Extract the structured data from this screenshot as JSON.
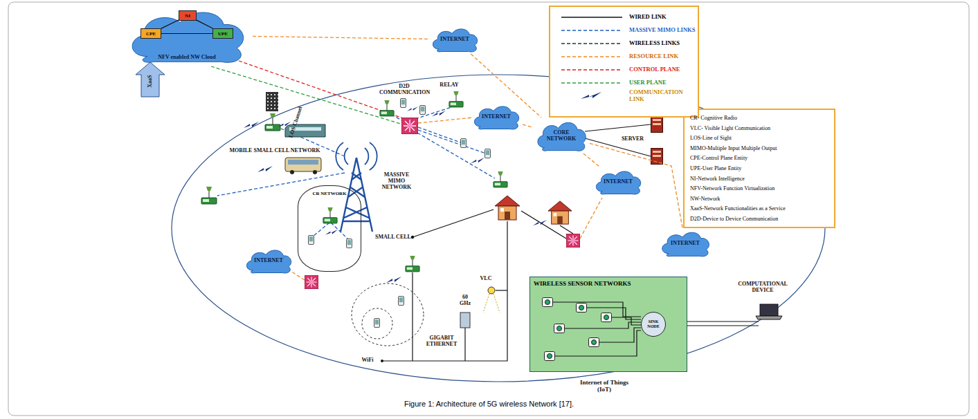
{
  "diagram": {
    "caption": "Figure 1: Architecture of 5G wireless Network [17].",
    "nodes": [
      {
        "text": [
          "NFV enabled NW Cloud"
        ]
      },
      {
        "text": [
          "NI"
        ],
        "in": 0
      },
      {
        "text": [
          "CPE"
        ],
        "in": 0
      },
      {
        "text": [
          "UPE"
        ],
        "in": 0
      },
      {
        "text": [
          "INTERNET"
        ]
      },
      {
        "text": [
          "INTERNET"
        ]
      },
      {
        "text": [
          "CORE NETWORK"
        ]
      },
      {
        "text": [
          "CR- Cognitive Radio",
          "VLC- Visible Light Communication",
          "LOS-Line of Sight",
          "MIMO-Multiple Input Multiple Output",
          "CPE-Control Plane Entity",
          "UPE-User Plane Entity",
          "NI-Network Intelligence",
          "NFV-Network Function Virtualization",
          "NW-Network",
          "XaaS-Network Functionalities as a Service",
          "D2D-Device to Device Communication"
        ]
      },
      {
        "text": [
          "INTERNET"
        ]
      },
      {
        "text": [
          "INTERNET"
        ]
      },
      {
        "text": [
          "CR NETWORK"
        ]
      },
      {
        "text": [
          "INTERNET"
        ]
      },
      {
        "text": [
          "WIRELESS SENSOR NETWORKS"
        ]
      },
      {
        "text": [
          "SINK NODE"
        ],
        "in": 12
      }
    ],
    "edges": [
      {
        "from": 1,
        "to": 2,
        "arrow": "none"
      },
      {
        "from": 1,
        "to": 3,
        "arrow": "none"
      },
      {
        "from": 2,
        "to": 3,
        "arrow": "none"
      },
      {
        "from": 0,
        "to": 4,
        "arrow": "none"
      },
      {
        "from": 4,
        "to": 6,
        "arrow": "none"
      },
      {
        "from": 5,
        "to": 6,
        "arrow": "none"
      },
      {
        "from": 6,
        "to": 8,
        "arrow": "none"
      },
      {
        "from": 6,
        "to": 9,
        "arrow": "none"
      }
    ],
    "labels": [
      "XaaS",
      "D2D COMMUNICATION",
      "RELAY",
      "LOS Channel",
      "MOBILE SMALL CELL NETWORK",
      "MASSIVE MIMO NETWORK",
      "SERVER",
      "SMALL CELL",
      "WiFi",
      "GIGABIT ETHERNET",
      "60 GHz",
      "VLC",
      "COMPUTATIONAL DEVICE",
      "Internet of Things (IoT)"
    ],
    "legend": [
      {
        "text": "WIRED LINK"
      },
      {
        "text": "MASSIVE MIMO LINKS"
      },
      {
        "text": "WIRELESS LINKS"
      },
      {
        "text": "RESOURCE LINK"
      },
      {
        "text": "CONTROL PLANE"
      },
      {
        "text": "USER PLANE"
      },
      {
        "text": "COMMUNICATION LINK"
      }
    ]
  }
}
